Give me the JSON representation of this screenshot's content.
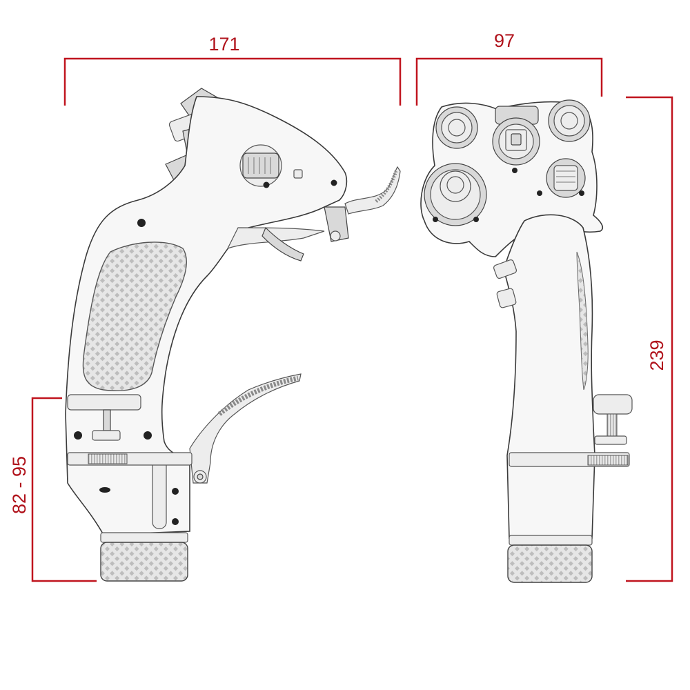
{
  "colors": {
    "dimension": "#c0141e",
    "outline": "#3a3a3a",
    "body": "#f7f7f7"
  },
  "dimensions": {
    "side_width": "171",
    "front_width": "97",
    "height": "239",
    "base_height": "82 - 95"
  }
}
